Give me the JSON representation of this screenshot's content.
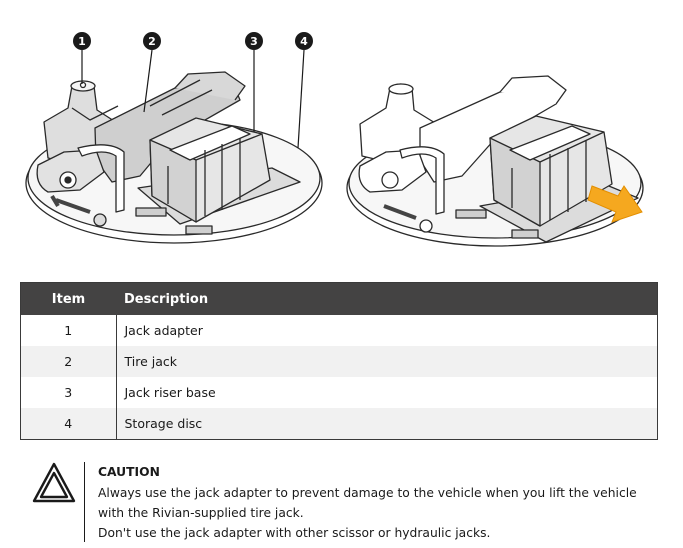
{
  "figure": {
    "callouts": [
      "1",
      "2",
      "3",
      "4"
    ],
    "accent_arrow_color": "#f5a81f",
    "left_panel": "jack-assembly-on-storage-disc",
    "right_panel": "jack-riser-base-slide-out"
  },
  "table": {
    "headers": {
      "item": "Item",
      "description": "Description"
    },
    "rows": [
      {
        "item": "1",
        "description": "Jack adapter"
      },
      {
        "item": "2",
        "description": "Tire jack"
      },
      {
        "item": "3",
        "description": "Jack riser base"
      },
      {
        "item": "4",
        "description": "Storage disc"
      }
    ]
  },
  "caution": {
    "icon": "warning-triangle-icon",
    "title": "CAUTION",
    "lines": [
      "Always use the jack adapter to prevent damage to the vehicle when you lift the vehicle with the Rivian-supplied tire jack.",
      "Don't use the jack adapter with other scissor or hydraulic jacks."
    ]
  }
}
